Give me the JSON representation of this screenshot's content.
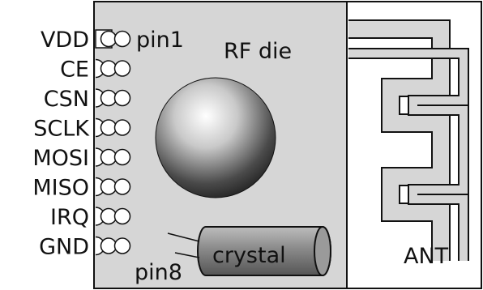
{
  "colors": {
    "board": "#d6d6d6",
    "outline": "#111111",
    "antenna_trace": "#ffffff",
    "crystal": "#8a8a8a"
  },
  "pins": [
    {
      "name": "VDD"
    },
    {
      "name": "CE"
    },
    {
      "name": "CSN"
    },
    {
      "name": "SCLK"
    },
    {
      "name": "MOSI"
    },
    {
      "name": "MISO"
    },
    {
      "name": "IRQ"
    },
    {
      "name": "GND"
    }
  ],
  "labels": {
    "pin_first": "pin1",
    "pin_last": "pin8",
    "rf_die": "RF die",
    "crystal": "crystal",
    "antenna": "ANT"
  }
}
